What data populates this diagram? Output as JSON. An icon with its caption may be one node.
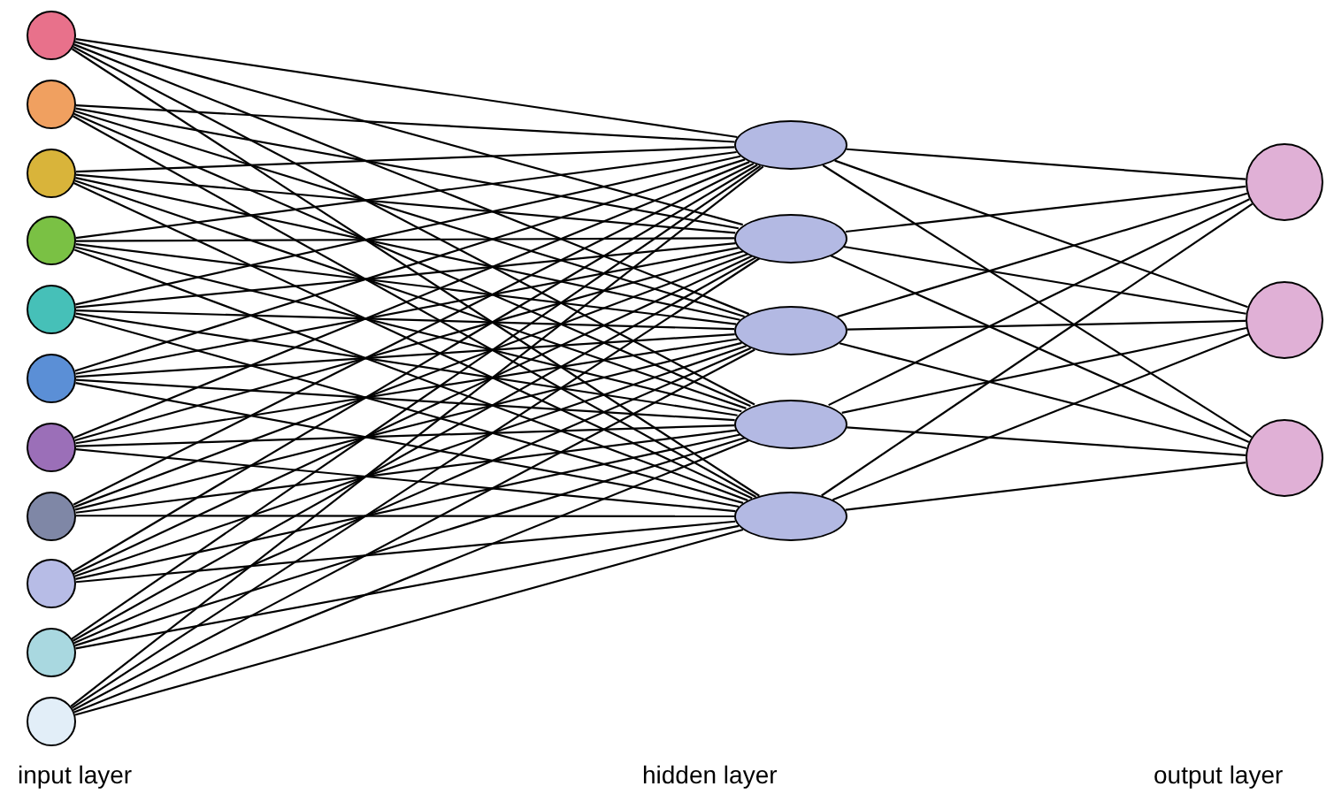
{
  "diagram": {
    "nodes": [
      {
        "text": [],
        "shape": "circle"
      },
      {
        "text": [],
        "shape": "circle"
      },
      {
        "text": [],
        "shape": "circle"
      },
      {
        "text": [],
        "shape": "circle"
      },
      {
        "text": [],
        "shape": "circle"
      },
      {
        "text": [],
        "shape": "circle"
      },
      {
        "text": [],
        "shape": "circle"
      },
      {
        "text": [],
        "shape": "circle"
      },
      {
        "text": [],
        "shape": "circle"
      },
      {
        "text": [],
        "shape": "circle"
      },
      {
        "text": [],
        "shape": "circle"
      },
      {
        "text": [],
        "shape": "ellipse"
      },
      {
        "text": [],
        "shape": "ellipse"
      },
      {
        "text": [],
        "shape": "ellipse"
      },
      {
        "text": [],
        "shape": "ellipse"
      },
      {
        "text": [],
        "shape": "ellipse"
      },
      {
        "text": [],
        "shape": "circle"
      },
      {
        "text": [],
        "shape": "circle"
      },
      {
        "text": [],
        "shape": "circle"
      }
    ],
    "edges": [
      {
        "from": 0,
        "to": 11,
        "arrow": "none"
      },
      {
        "from": 0,
        "to": 12,
        "arrow": "none"
      },
      {
        "from": 0,
        "to": 13,
        "arrow": "none"
      },
      {
        "from": 0,
        "to": 14,
        "arrow": "none"
      },
      {
        "from": 0,
        "to": 15,
        "arrow": "none"
      },
      {
        "from": 1,
        "to": 11,
        "arrow": "none"
      },
      {
        "from": 1,
        "to": 12,
        "arrow": "none"
      },
      {
        "from": 1,
        "to": 13,
        "arrow": "none"
      },
      {
        "from": 1,
        "to": 14,
        "arrow": "none"
      },
      {
        "from": 1,
        "to": 15,
        "arrow": "none"
      },
      {
        "from": 2,
        "to": 11,
        "arrow": "none"
      },
      {
        "from": 2,
        "to": 12,
        "arrow": "none"
      },
      {
        "from": 2,
        "to": 13,
        "arrow": "none"
      },
      {
        "from": 2,
        "to": 14,
        "arrow": "none"
      },
      {
        "from": 2,
        "to": 15,
        "arrow": "none"
      },
      {
        "from": 3,
        "to": 11,
        "arrow": "none"
      },
      {
        "from": 3,
        "to": 12,
        "arrow": "none"
      },
      {
        "from": 3,
        "to": 13,
        "arrow": "none"
      },
      {
        "from": 3,
        "to": 14,
        "arrow": "none"
      },
      {
        "from": 3,
        "to": 15,
        "arrow": "none"
      },
      {
        "from": 4,
        "to": 11,
        "arrow": "none"
      },
      {
        "from": 4,
        "to": 12,
        "arrow": "none"
      },
      {
        "from": 4,
        "to": 13,
        "arrow": "none"
      },
      {
        "from": 4,
        "to": 14,
        "arrow": "none"
      },
      {
        "from": 4,
        "to": 15,
        "arrow": "none"
      },
      {
        "from": 5,
        "to": 11,
        "arrow": "none"
      },
      {
        "from": 5,
        "to": 12,
        "arrow": "none"
      },
      {
        "from": 5,
        "to": 13,
        "arrow": "none"
      },
      {
        "from": 5,
        "to": 14,
        "arrow": "none"
      },
      {
        "from": 5,
        "to": 15,
        "arrow": "none"
      },
      {
        "from": 6,
        "to": 11,
        "arrow": "none"
      },
      {
        "from": 6,
        "to": 12,
        "arrow": "none"
      },
      {
        "from": 6,
        "to": 13,
        "arrow": "none"
      },
      {
        "from": 6,
        "to": 14,
        "arrow": "none"
      },
      {
        "from": 6,
        "to": 15,
        "arrow": "none"
      },
      {
        "from": 7,
        "to": 11,
        "arrow": "none"
      },
      {
        "from": 7,
        "to": 12,
        "arrow": "none"
      },
      {
        "from": 7,
        "to": 13,
        "arrow": "none"
      },
      {
        "from": 7,
        "to": 14,
        "arrow": "none"
      },
      {
        "from": 7,
        "to": 15,
        "arrow": "none"
      },
      {
        "from": 8,
        "to": 11,
        "arrow": "none"
      },
      {
        "from": 8,
        "to": 12,
        "arrow": "none"
      },
      {
        "from": 8,
        "to": 13,
        "arrow": "none"
      },
      {
        "from": 8,
        "to": 14,
        "arrow": "none"
      },
      {
        "from": 8,
        "to": 15,
        "arrow": "none"
      },
      {
        "from": 9,
        "to": 11,
        "arrow": "none"
      },
      {
        "from": 9,
        "to": 12,
        "arrow": "none"
      },
      {
        "from": 9,
        "to": 13,
        "arrow": "none"
      },
      {
        "from": 9,
        "to": 14,
        "arrow": "none"
      },
      {
        "from": 9,
        "to": 15,
        "arrow": "none"
      },
      {
        "from": 10,
        "to": 11,
        "arrow": "none"
      },
      {
        "from": 10,
        "to": 12,
        "arrow": "none"
      },
      {
        "from": 10,
        "to": 13,
        "arrow": "none"
      },
      {
        "from": 10,
        "to": 14,
        "arrow": "none"
      },
      {
        "from": 10,
        "to": 15,
        "arrow": "none"
      },
      {
        "from": 11,
        "to": 16,
        "arrow": "none"
      },
      {
        "from": 11,
        "to": 17,
        "arrow": "none"
      },
      {
        "from": 11,
        "to": 18,
        "arrow": "none"
      },
      {
        "from": 12,
        "to": 16,
        "arrow": "none"
      },
      {
        "from": 12,
        "to": 17,
        "arrow": "none"
      },
      {
        "from": 12,
        "to": 18,
        "arrow": "none"
      },
      {
        "from": 13,
        "to": 16,
        "arrow": "none"
      },
      {
        "from": 13,
        "to": 17,
        "arrow": "none"
      },
      {
        "from": 13,
        "to": 18,
        "arrow": "none"
      },
      {
        "from": 14,
        "to": 16,
        "arrow": "none"
      },
      {
        "from": 14,
        "to": 17,
        "arrow": "none"
      },
      {
        "from": 14,
        "to": 18,
        "arrow": "none"
      },
      {
        "from": 15,
        "to": 16,
        "arrow": "none"
      },
      {
        "from": 15,
        "to": 17,
        "arrow": "none"
      },
      {
        "from": 15,
        "to": 18,
        "arrow": "none"
      }
    ],
    "labels": [
      "input layer",
      "hidden layer",
      "output layer"
    ]
  }
}
